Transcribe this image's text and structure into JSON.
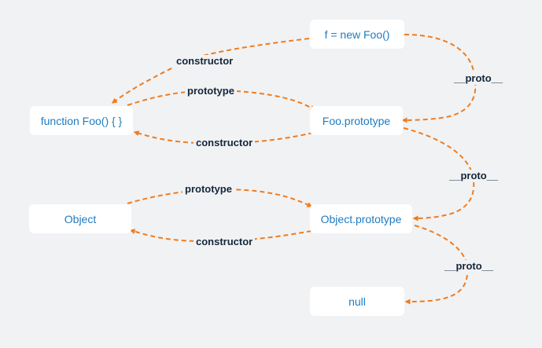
{
  "colors": {
    "background": "#f1f2f4",
    "node_fill": "#ffffff",
    "node_text": "#1f7bc1",
    "edge": "#f07c1e",
    "label_text": "#15263a"
  },
  "nodes": {
    "f_instance": "f = new Foo()",
    "foo_function": "function Foo() { }",
    "foo_prototype": "Foo.prototype",
    "object_function": "Object",
    "object_prototype": "Object.prototype",
    "null_node": "null"
  },
  "edges": {
    "f_constructor": "constructor",
    "foo_prototype_link": "prototype",
    "foo_constructor_back": "constructor",
    "object_prototype_link": "prototype",
    "object_constructor_back": "constructor",
    "f_proto": "__proto__",
    "foo_proto": "__proto__",
    "object_proto": "__proto__"
  }
}
